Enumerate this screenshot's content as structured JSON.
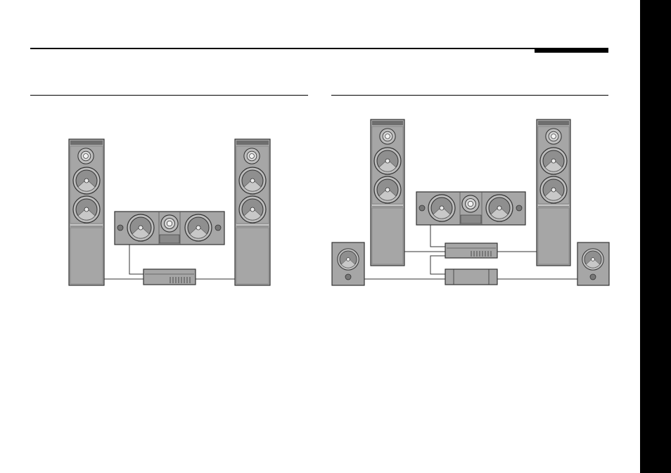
{
  "page": {
    "colors": {
      "speaker_body": "#a6a6a6",
      "speaker_outline": "#333333",
      "driver_ring": "#bdbdbd",
      "driver_cone": "#8f8f8f",
      "panel_dark": "#8a8a8a",
      "side_tab": "#000000"
    },
    "diagrams": [
      {
        "name": "two-speaker-center-setup",
        "components": [
          "left-tower-speaker",
          "center-speaker",
          "receiver",
          "right-tower-speaker"
        ]
      },
      {
        "name": "surround-setup",
        "components": [
          "left-tower-speaker",
          "center-speaker",
          "receiver",
          "amplifier",
          "right-tower-speaker",
          "left-surround-speaker",
          "right-surround-speaker"
        ]
      }
    ]
  }
}
